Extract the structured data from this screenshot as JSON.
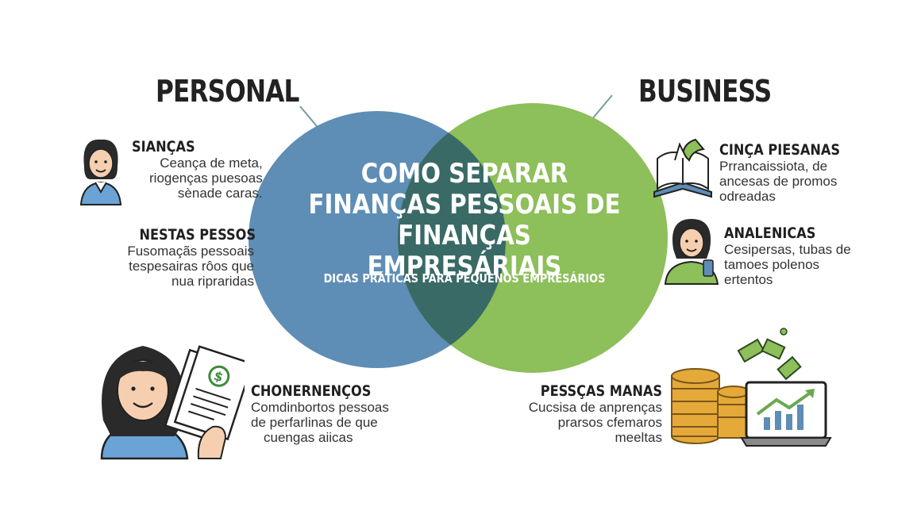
{
  "labels": {
    "personal": "PERSONAL",
    "business": "BUSINESS"
  },
  "center": {
    "title_line1": "COMO SEPARAR",
    "title_line2": "FINANÇAS PESSOAIS DE",
    "title_line3": "FINANÇAS EMPRESÁRIAIS",
    "subtitle": "DICAS PRÁTICAS PARA PEQUENOS EMPRESÁRIOS"
  },
  "colors": {
    "personal_circle": "#5e8db5",
    "business_circle": "#8dbf5a",
    "overlap": "#3a6a66"
  },
  "left_items": [
    {
      "heading": "SIANÇAS",
      "lines": [
        "Ceança de meta,",
        "riogenças puesoas",
        "sènade caras."
      ],
      "icon": "woman-avatar-icon"
    },
    {
      "heading": "NESTAS PESSOS",
      "lines": [
        "Fusomaçãs pessoais",
        "tespesairas rôos que",
        "nua ripraridas"
      ],
      "icon": ""
    },
    {
      "heading": "CHONERNENÇOS",
      "lines": [
        "Comdinbortos pessoas",
        "de perfarlinas de que",
        "cuengas aiicas"
      ],
      "icon": "woman-with-bills-icon"
    }
  ],
  "right_items": [
    {
      "heading": "CINÇA PIESANAS",
      "lines": [
        "Prrancaissiota, de",
        "ancesas de promos",
        "odreadas"
      ],
      "icon": "open-book-icon"
    },
    {
      "heading": "ANALENICAS",
      "lines": [
        "Cesipersas, tubas de",
        "tamoes polenos",
        "ertentos"
      ],
      "icon": "woman-phone-icon"
    },
    {
      "heading": "PESSÇAS MANAS",
      "lines": [
        "Cucsisa de anprenças",
        "prarsos cfemaros",
        "meeltas"
      ],
      "icon": "coins-laptop-chart-icon"
    }
  ]
}
